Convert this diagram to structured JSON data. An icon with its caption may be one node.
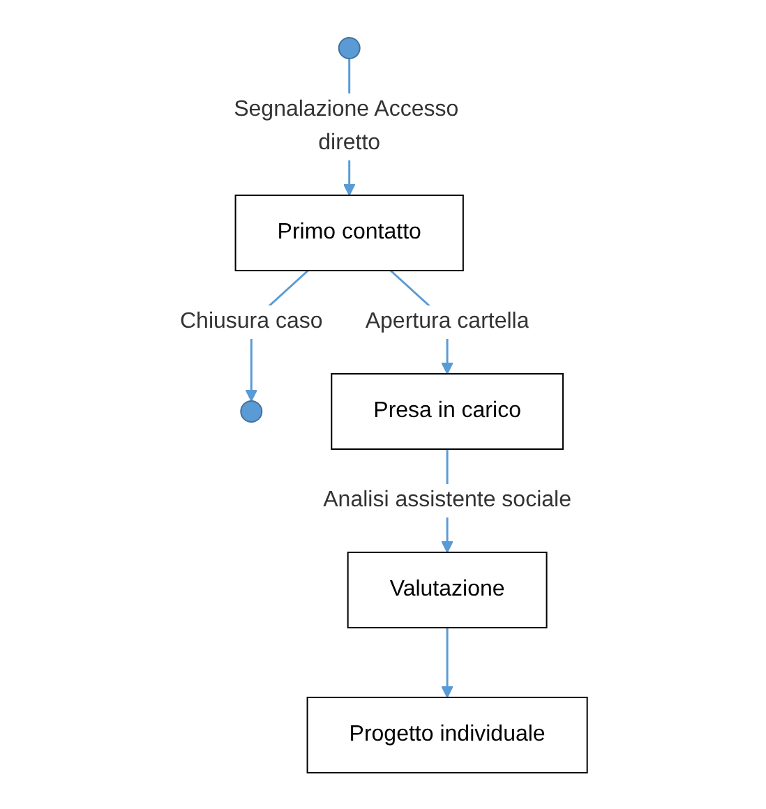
{
  "diagram": {
    "nodes": [
      {
        "text": [],
        "shape": "circle"
      },
      {
        "text": [
          "Primo contatto"
        ]
      },
      {
        "text": [],
        "shape": "circle"
      },
      {
        "text": [
          "Presa in carico"
        ]
      },
      {
        "text": [
          "Valutazione"
        ]
      },
      {
        "text": [
          "Progetto individuale"
        ]
      }
    ],
    "edges": [
      {
        "from": 0,
        "to": 1,
        "arrow": "to",
        "label": "Segnalazione Accesso diretto"
      },
      {
        "from": 1,
        "to": 2,
        "arrow": "to",
        "label": "Chiusura caso"
      },
      {
        "from": 1,
        "to": 3,
        "arrow": "to",
        "label": "Apertura cartella"
      },
      {
        "from": 3,
        "to": 4,
        "arrow": "to",
        "label": "Analisi assistente sociale"
      },
      {
        "from": 4,
        "to": 5,
        "arrow": "to"
      }
    ]
  }
}
